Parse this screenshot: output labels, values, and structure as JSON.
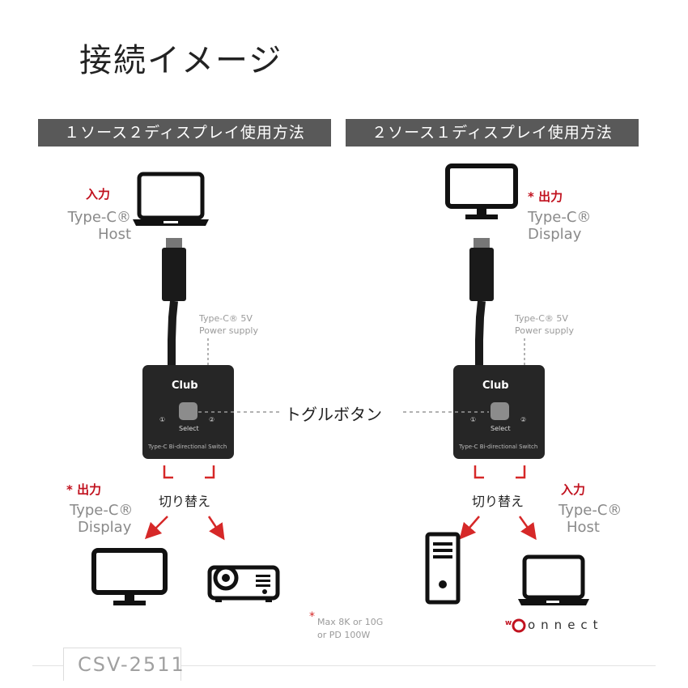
{
  "title": "接続イメージ",
  "left_panel": {
    "banner": "１ソース２ディスプレイ使用方法",
    "input_label": "入力",
    "host_line1": "Type-C®",
    "host_line2": "Host",
    "power_line1": "Type-C® 5V",
    "power_line2": "Power supply",
    "switch_brand": "Club",
    "switch_select": "Select",
    "switch_caption": "Type-C Bi-directional Switch",
    "port1": "①",
    "port2": "②",
    "toggle_label": "切り替え",
    "output_label": "出力",
    "output_asterisk": "*",
    "display_line1": "Type-C®",
    "display_line2": "Display"
  },
  "right_panel": {
    "banner": "２ソース１ディスプレイ使用方法",
    "output_label": "出力",
    "output_asterisk": "*",
    "display_line1": "Type-C®",
    "display_line2": "Display",
    "power_line1": "Type-C® 5V",
    "power_line2": "Power supply",
    "switch_brand": "Club",
    "switch_select": "Select",
    "switch_caption": "Type-C Bi-directional Switch",
    "port1": "①",
    "port2": "②",
    "toggle_label": "切り替え",
    "input_label": "入力",
    "host_line1": "Type-C®",
    "host_line2": "Host"
  },
  "toggle_button_label": "トグルボタン",
  "note": {
    "asterisk": "*",
    "line1": "Max 8K or 10G",
    "line2": "or PD 100W"
  },
  "connect_logo": {
    "prefix": "w",
    "text": "onnect"
  },
  "model": "CSV-2511",
  "colors": {
    "accent_red": "#c1121f",
    "banner_gray": "#595959",
    "device_dark": "#1a1a1a"
  },
  "icons": [
    "laptop-icon",
    "monitor-icon",
    "projector-icon",
    "desktop-tower-icon",
    "usb-c-cable-icon",
    "switch-device-icon"
  ]
}
